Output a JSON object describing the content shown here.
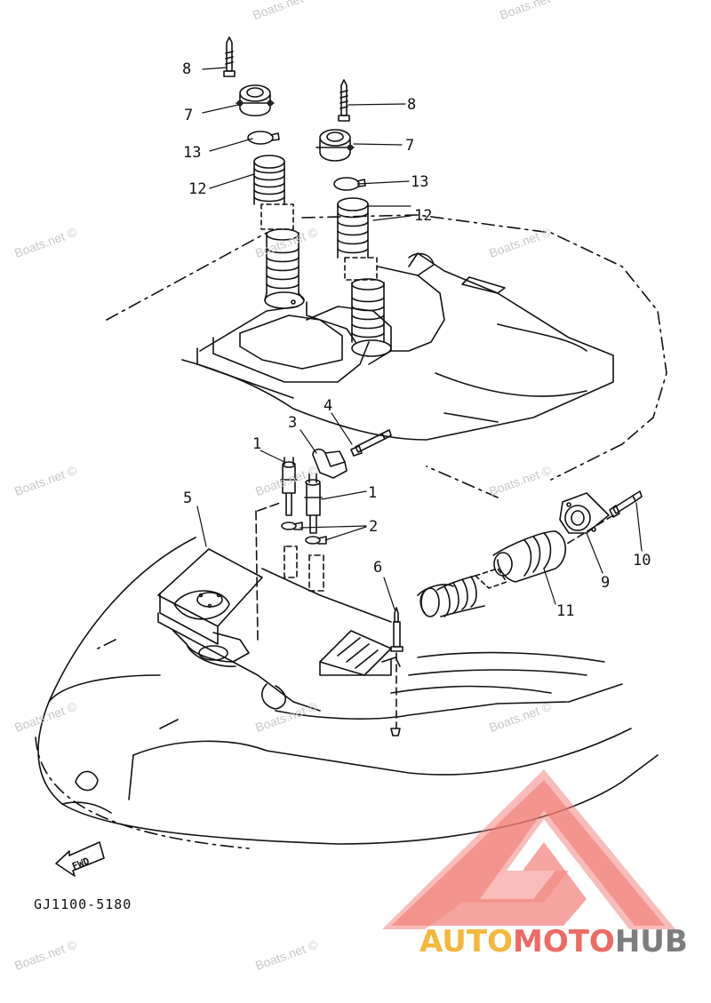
{
  "diagram": {
    "callouts": [
      "8",
      "7",
      "13",
      "12",
      "8",
      "7",
      "13",
      "12",
      "4",
      "3",
      "1",
      "1",
      "2",
      "5",
      "6",
      "11",
      "9",
      "10"
    ],
    "part_code": "GJ1100-5180",
    "fwd_label": "FWD"
  },
  "watermark": {
    "text": "Boats.net ©"
  },
  "brand": {
    "part1": "AUTO",
    "part2": "MOTO",
    "part3": "HUB",
    "colors": {
      "auto": "#f5b73a",
      "moto": "#ee6a63",
      "hub": "#7d7d7d",
      "logo": "#f07a72"
    }
  }
}
